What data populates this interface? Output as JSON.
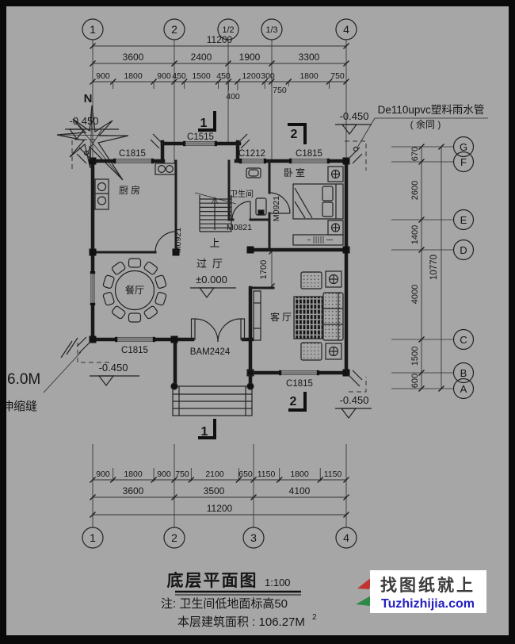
{
  "colors": {
    "background": "#a6a6a6",
    "line": "#1a1a1a",
    "watermark_blue": "#2420c0",
    "logo_red": "#c23430",
    "logo_green": "#2d8a46"
  },
  "top_axis": {
    "bubbles": [
      "1",
      "2",
      "1/2",
      "1/3",
      "4"
    ],
    "total": "11200",
    "segments": [
      "3600",
      "2400",
      "1900",
      "3300"
    ],
    "sub": [
      "900",
      "1800",
      "900",
      "450",
      "1500",
      "450",
      "1200",
      "300",
      "1800",
      "750"
    ],
    "sub_below": [
      "400",
      "750"
    ]
  },
  "bottom_axis": {
    "bubbles": [
      "1",
      "2",
      "3",
      "4"
    ],
    "sub": [
      "900",
      "1800",
      "900",
      "750",
      "2100",
      "650",
      "1150",
      "1800",
      "1150"
    ],
    "segments": [
      "3600",
      "3500",
      "4100"
    ],
    "total": "11200"
  },
  "right_axis": {
    "bubbles": [
      "G",
      "F",
      "E",
      "D",
      "C",
      "B",
      "A"
    ],
    "dims": [
      "670",
      "2600",
      "1400",
      "4000",
      "1500",
      "600"
    ],
    "total": "10770"
  },
  "rooms": {
    "kitchen": "厨房",
    "dining": "餐厅",
    "hall": "过厅",
    "living": "客厅",
    "bedroom": "卧室",
    "bathroom": "卫生间"
  },
  "windows": {
    "c1815": "C1815",
    "c1515": "C1515",
    "c1212": "C1212"
  },
  "doors": {
    "m0921": "M0921",
    "m0821": "M0821",
    "bam2424": "BAM2424"
  },
  "levels": {
    "minus": "-0.450",
    "zero": "±0.000"
  },
  "notes": {
    "north": "N",
    "rain_pipe_1": "De110upvc塑料雨水管",
    "rain_pipe_2": "( 余同 )",
    "joint_length": "6.0M",
    "joint_label": "伸缩缝",
    "stair_up": "上",
    "hall_dim": "1700"
  },
  "sections": {
    "one": "1",
    "two": "2"
  },
  "title_block": {
    "title": "底层平面图",
    "scale": "1:100",
    "note1": "注: 卫生间低地面标高50",
    "note2": "本层建筑面积 : 106.27M",
    "note2_sup": "2"
  },
  "watermark": {
    "line1": "找图纸就上",
    "line2": "Tuzhizhijia.com"
  }
}
